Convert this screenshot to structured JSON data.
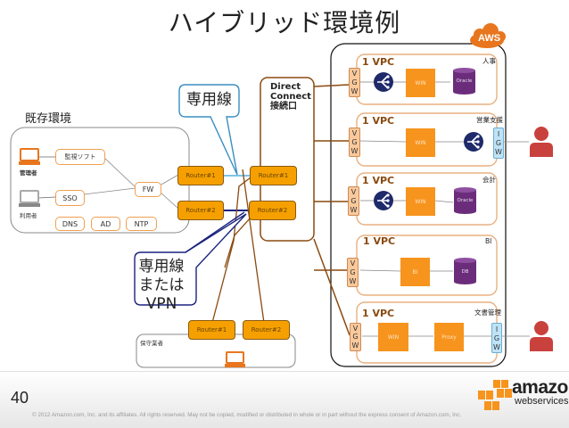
{
  "slide": {
    "title": "ハイブリッド環境例",
    "page_number": "40",
    "copyright": "© 2012 Amazon.com, Inc. and its affiliates.  All rights reserved.  May not be copied, modified or distributed in whole or in part without the express consent of Amazon.com, Inc.",
    "logo": {
      "line1": "amazon",
      "line2": "webservices"
    }
  },
  "onprem": {
    "label": "既存環境",
    "admin_label": "管理者",
    "user_label": "利用者",
    "services": {
      "monitoring": "監視ソフト",
      "sso": "SSO",
      "dns": "DNS",
      "ad": "AD",
      "ntp": "NTP",
      "fw": "FW"
    },
    "router1": "Router#1",
    "router2": "Router#2"
  },
  "callouts": {
    "dedicated": "専用線",
    "dedicated_or_vpn": [
      "専用線",
      "または",
      "VPN"
    ]
  },
  "direct_connect": {
    "label": [
      "Direct",
      "Connect",
      "接続口"
    ],
    "router1": "Router#1",
    "router2": "Router#2"
  },
  "maintenance": {
    "label": "保守業者",
    "router1": "Router#1",
    "router2": "Router#2"
  },
  "aws": {
    "badge": "AWS",
    "gateway_letters": {
      "vgw": [
        "V",
        "G",
        "W"
      ],
      "igw": [
        "I",
        "G",
        "W"
      ]
    },
    "vpcs": [
      {
        "title": "1 VPC",
        "name": "人事",
        "items": [
          "WIN",
          "Oracle"
        ],
        "elb": true,
        "igw": false
      },
      {
        "title": "1 VPC",
        "name": "営業支援",
        "items": [
          "WIN"
        ],
        "elb": true,
        "igw": true
      },
      {
        "title": "1 VPC",
        "name": "会計",
        "items": [
          "WIN",
          "Oracle"
        ],
        "elb": true,
        "igw": false
      },
      {
        "title": "1 VPC",
        "name": "BI",
        "items": [
          "BI",
          "DB"
        ],
        "elb": false,
        "igw": false
      },
      {
        "title": "1 VPC",
        "name": "文書管理",
        "items": [
          "WIN",
          "Proxy"
        ],
        "elb": false,
        "igw": true
      }
    ]
  },
  "colors": {
    "router_fill": "#f5a000",
    "instance_fill": "#f7941d",
    "db_fill": "#6b2d7b",
    "elb_fill": "#1f2a6b",
    "dedicated_line": "#7fc3e8",
    "vpn_line": "#1a237e",
    "dc_line": "#8a4a10",
    "user_fill": "#c9413d",
    "aws_orange": "#e8761e"
  }
}
